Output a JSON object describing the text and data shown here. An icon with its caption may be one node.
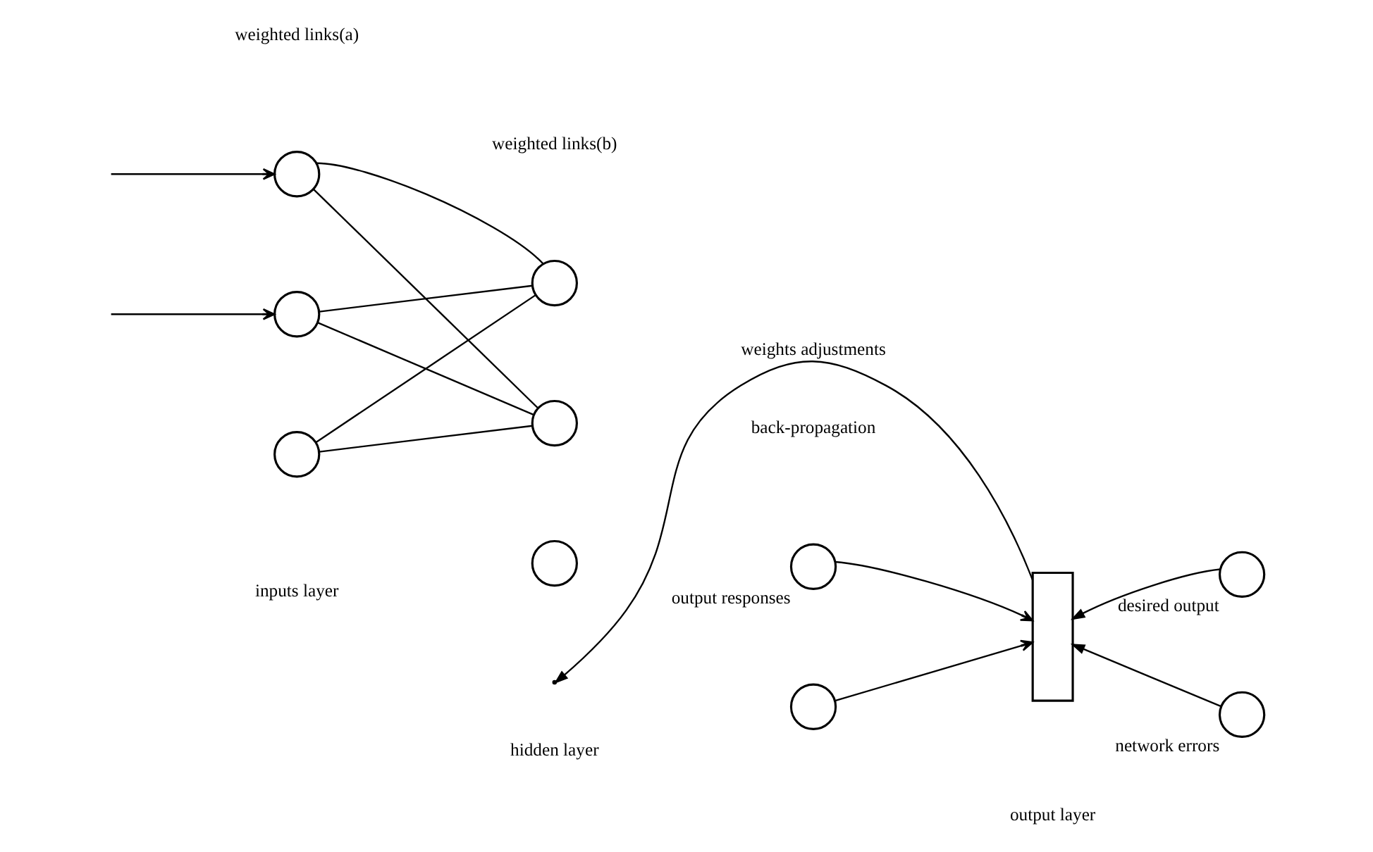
{
  "diagram": {
    "nodes": [
      {
        "text": [],
        "shape": "circle"
      },
      {
        "text": [],
        "shape": "circle"
      },
      {
        "text": [],
        "shape": "circle"
      },
      {
        "text": [],
        "shape": "circle"
      },
      {
        "text": [],
        "shape": "circle"
      },
      {
        "text": [],
        "shape": "circle"
      },
      {
        "text": [],
        "shape": "circle",
        "beside": [
          "output responses"
        ]
      },
      {
        "text": [],
        "shape": "circle"
      },
      {
        "text": [],
        "shape": "box"
      },
      {
        "text": [],
        "shape": "circle",
        "beside": [
          "desired output"
        ]
      },
      {
        "text": [],
        "shape": "circle",
        "beside": [
          "network errors"
        ]
      }
    ],
    "edges": [
      {
        "from": null,
        "to": 0,
        "arrow": "to"
      },
      {
        "from": null,
        "to": 1,
        "arrow": "to"
      },
      {
        "from": 0,
        "to": 3,
        "arrow": "none"
      },
      {
        "from": 0,
        "to": 4,
        "arrow": "none"
      },
      {
        "from": 1,
        "to": 3,
        "arrow": "none"
      },
      {
        "from": 1,
        "to": 4,
        "arrow": "none"
      },
      {
        "from": 2,
        "to": 3,
        "arrow": "none"
      },
      {
        "from": 2,
        "to": 4,
        "arrow": "none"
      },
      {
        "from": 6,
        "to": 8,
        "arrow": "to"
      },
      {
        "from": 7,
        "to": 8,
        "arrow": "to"
      },
      {
        "from": 9,
        "to": 8,
        "arrow": "to"
      },
      {
        "from": 10,
        "to": 8,
        "arrow": "to"
      },
      {
        "from": 8,
        "to": null,
        "arrow": "to",
        "label": "weights adjustments"
      }
    ],
    "labels": [
      "weighted links(a)",
      "weighted links(b)",
      "back-propagation",
      "inputs layer",
      "hidden layer",
      "output layer"
    ]
  }
}
